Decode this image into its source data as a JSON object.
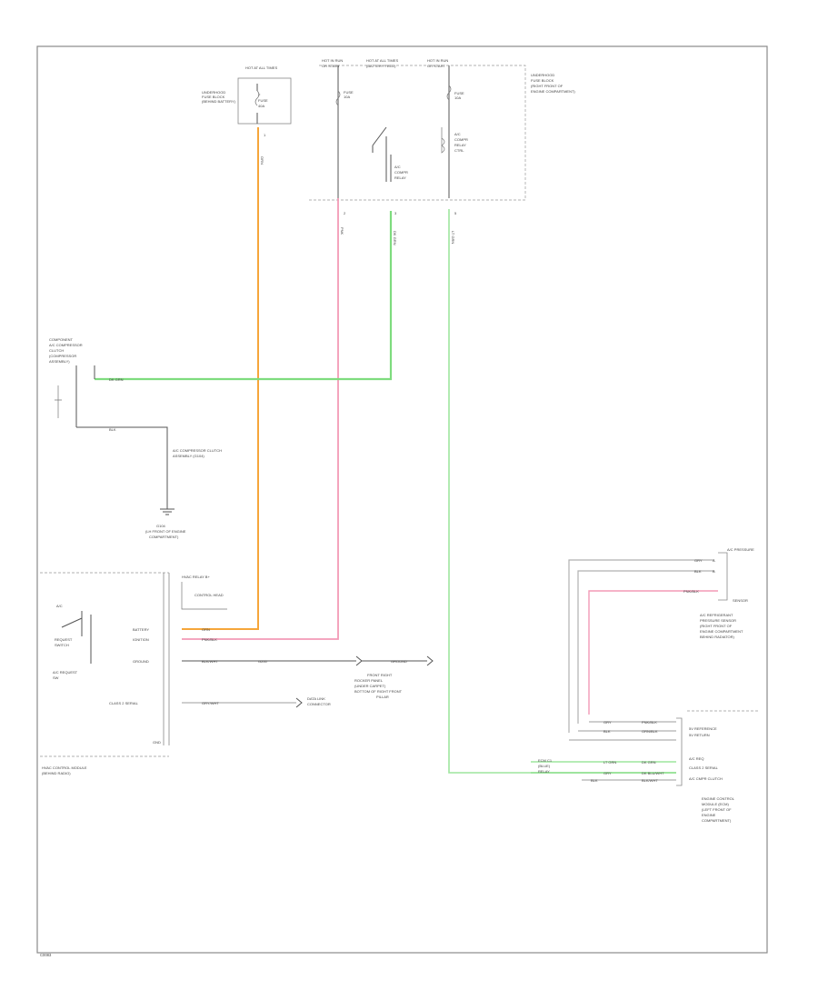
{
  "page": {
    "footer_code": "C0083"
  },
  "colors": {
    "orange": "#f6a63a",
    "pink": "#f39ab6",
    "green": "#7edc7e",
    "light_green": "#9ee69e",
    "grey_wire": "#b5b5b5",
    "black_wire": "#555555",
    "frame": "#8a8a8a"
  },
  "top_left_fuse": {
    "header": "HOT AT ALL TIMES",
    "label_lines": [
      "UNDERHOOD",
      "FUSE BLOCK",
      "(BEHIND BATTERY)"
    ],
    "fuse_lines": [
      "F",
      "FUSE",
      "40A"
    ],
    "pin": "1"
  },
  "top_relay_block": {
    "header_left": "HOT IN RUN",
    "header_mid": "HOT AT ALL TIMES",
    "header_right": "HOT IN RUN",
    "sub_left": "OR START",
    "sub_mid": "(BATTERY FEED)",
    "sub_right": "OR START",
    "label_lines": [
      "UNDERHOOD",
      "FUSE BLOCK",
      "(RIGHT FRONT OF",
      "ENGINE COMPARTMENT)"
    ],
    "fuse_left": [
      "FUSE",
      "10A"
    ],
    "fuse_right": [
      "FUSE",
      "10A"
    ],
    "relay_left": [
      "A/C",
      "COMPR",
      "RELAY"
    ],
    "relay_right": [
      "A/C",
      "COMPR",
      "RELAY",
      "CTRL"
    ],
    "pins": [
      "2",
      "3",
      "5"
    ]
  },
  "wires": {
    "orange_vertical": "ORN",
    "pink_vertical": "PNK",
    "green_vertical": "DK GRN",
    "light_green_vertical": "LT GRN",
    "green_horizontal": "DK GRN",
    "black_short": "BLK"
  },
  "compressor": {
    "label_lines": [
      "COMPONENT",
      "A/C COMPRESSOR",
      "CLUTCH",
      "(COMPRESSOR",
      "ASSEMBLY)"
    ],
    "wire_label": "BLK",
    "ground_note_lines": [
      "A/C COMPRESSOR CLUTCH",
      "ASSEMBLY (G104)"
    ],
    "ground_lines": [
      "G104",
      "(LH FRONT OF ENGINE",
      "COMPARTMENT)"
    ]
  },
  "hvac_module": {
    "header": "HVAC RELAY B+",
    "sub_header": "CONTROL HEAD",
    "switch_label_lines": [
      "A/C",
      "REQUEST",
      "SWITCH"
    ],
    "switch_note_lines": [
      "A/C REQUEST",
      "SW"
    ],
    "pin_labels": [
      "BATTERY",
      "IGNITION",
      "GROUND",
      "CLASS 2 SERIAL"
    ],
    "wire_labels": [
      "ORN",
      "PNK/BLK",
      "BLK/WHT"
    ],
    "wire_tail_labels": [
      "G200",
      "GROUND"
    ],
    "class2_label": "GRY/WHT",
    "ground_box_lines": [
      "FRONT RIGHT",
      "ROCKER PANEL",
      "(UNDER CARPET)",
      "BOTTOM OF RIGHT FRONT",
      "PILLAR"
    ],
    "data_link_lines": [
      "DATA LINK",
      "CONNECTOR"
    ],
    "bottom_pin": "GND",
    "module_label_lines": [
      "HVAC CONTROL MODULE",
      "(BEHIND RADIO)"
    ]
  },
  "right_sensor": {
    "pin_rows": [
      {
        "wire": "GRY",
        "pin": "A"
      },
      {
        "wire": "BLK",
        "pin": "B"
      }
    ],
    "title_lines": [
      "A/C PRESSURE",
      "SENSOR"
    ],
    "pink_label": "PNK/BLK",
    "desc_lines": [
      "A/C REFRIGERANT",
      "PRESSURE SENSOR",
      "(RIGHT FRONT OF",
      "ENGINE COMPARTMENT",
      "BEHIND RADIATOR)"
    ]
  },
  "ecm": {
    "rows": [
      {
        "wire": "GRY",
        "circuit": "PNK/BLK",
        "label": "5V REFERENCE"
      },
      {
        "wire": "BLK",
        "circuit": "ORN/BLK",
        "label": "5V RETURN"
      },
      {
        "wire": "LT GRN",
        "circuit": "DK GRN",
        "label": "A/C REQ"
      },
      {
        "wire": "GRY",
        "circuit": "DK BLU/WHT",
        "label": "CLASS 2 SERIAL"
      },
      {
        "wire": "BLK",
        "circuit": "BLK/WHT",
        "label": "A/C CMPR CLUTCH"
      }
    ],
    "conn_lines": [
      "ECM C1",
      "(BLUE)",
      "RELAY"
    ],
    "label_lines": [
      "ENGINE CONTROL",
      "MODULE (ECM)",
      "(LEFT FRONT OF",
      "ENGINE",
      "COMPARTMENT)"
    ]
  }
}
